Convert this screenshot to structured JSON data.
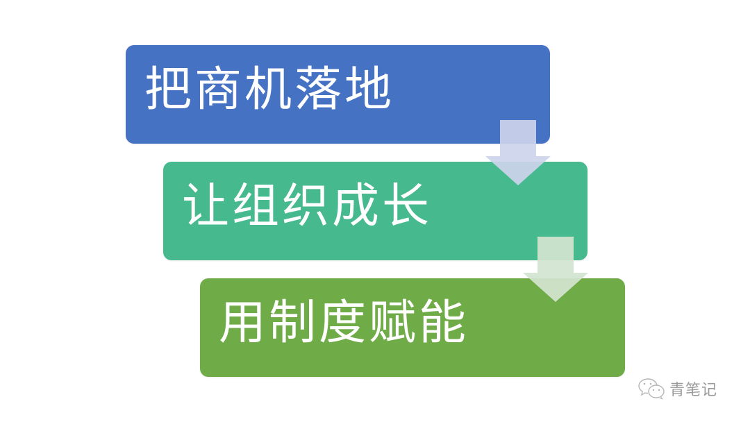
{
  "diagram": {
    "type": "staggered-process",
    "steps": [
      {
        "label": "把商机落地",
        "color": "#4672c4"
      },
      {
        "label": "让组织成长",
        "color": "#46b98e"
      },
      {
        "label": "用制度赋能",
        "color": "#6fab46"
      }
    ],
    "arrows": [
      {
        "from": 0,
        "to": 1,
        "color": "#cdd4ec"
      },
      {
        "from": 1,
        "to": 2,
        "color": "#d3e4d0"
      }
    ]
  },
  "watermark": {
    "icon": "wechat-icon",
    "text": "青笔记",
    "color": "#9a9a9a"
  }
}
